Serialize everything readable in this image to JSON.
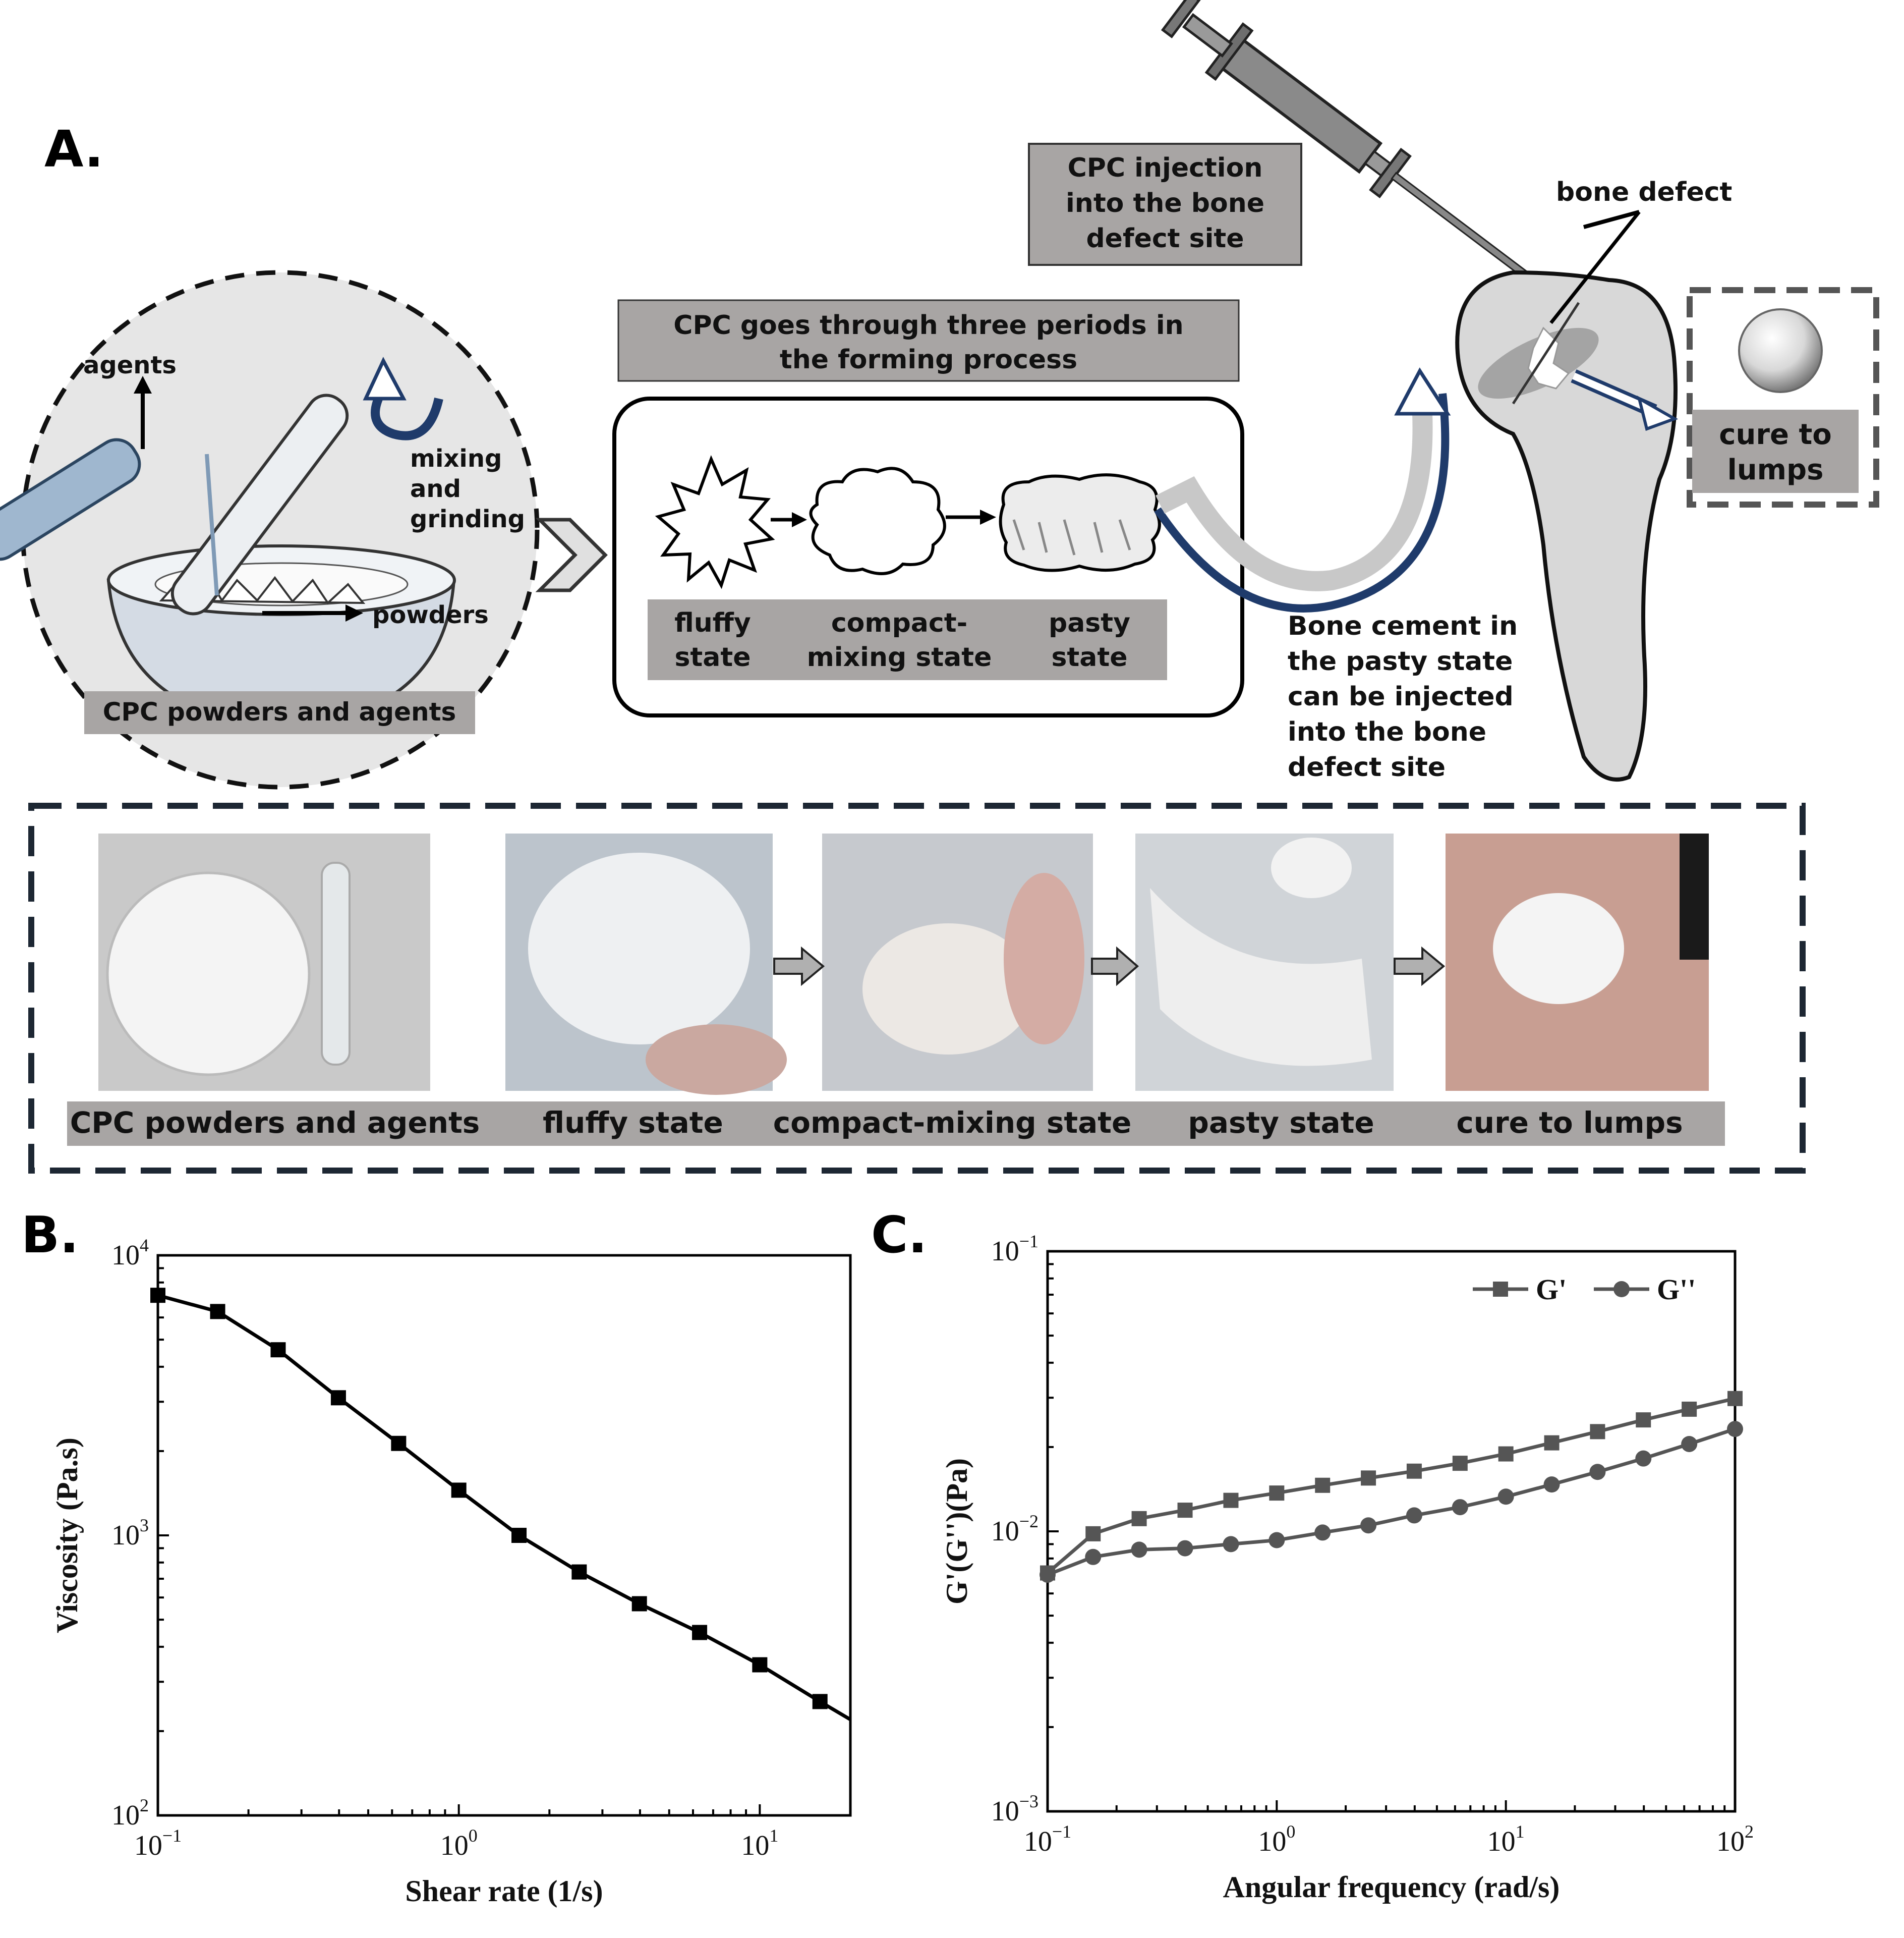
{
  "panels": {
    "a": "A.",
    "b": "B.",
    "c": "C."
  },
  "schematic": {
    "mortar_caption": "CPC powders and agents",
    "agents_label": "agents",
    "mixing_label": [
      "mixing",
      "and",
      "grinding"
    ],
    "powders_label": "powders",
    "periods_title": [
      "CPC goes through three periods in",
      "the forming process"
    ],
    "states": [
      {
        "line1": "fluffy",
        "line2": "state"
      },
      {
        "line1": "compact-",
        "line2": "mixing state"
      },
      {
        "line1": "pasty",
        "line2": "state"
      }
    ],
    "injection_box": [
      "CPC injection",
      "into the bone",
      "defect site"
    ],
    "bone_defect_label": "bone defect",
    "cure_box": [
      "cure to",
      "lumps"
    ],
    "pasty_note": [
      "Bone cement in",
      "the pasty state",
      "can be injected",
      "into the bone",
      "defect site"
    ]
  },
  "photo_strip": {
    "captions": [
      "CPC powders and agents",
      "fluffy state",
      "compact-mixing state",
      "pasty state",
      "cure to lumps"
    ]
  },
  "colors": {
    "caption_gray": "#a8a5a4",
    "circle_fill": "#e6e6e6",
    "arrow_blue": "#1f3b6b",
    "series_b": "#000000",
    "series_c": "#555555",
    "dash_dark": "#1d2733"
  },
  "chart_data": [
    {
      "type": "line",
      "panel": "B.",
      "xlabel": "Shear rate (1/s)",
      "ylabel": "Viscosity (Pa.s)",
      "x_scale": "log",
      "y_scale": "log",
      "xlim": [
        0.1,
        20
      ],
      "ylim": [
        100,
        10000
      ],
      "x_ticks": [
        {
          "value": 0.1,
          "base": "10",
          "exp": "−1"
        },
        {
          "value": 1,
          "base": "10",
          "exp": "0"
        },
        {
          "value": 10,
          "base": "10",
          "exp": "1"
        }
      ],
      "y_ticks": [
        {
          "value": 100,
          "base": "10",
          "exp": "2"
        },
        {
          "value": 1000,
          "base": "10",
          "exp": "3"
        },
        {
          "value": 10000,
          "base": "10",
          "exp": "4"
        }
      ],
      "marker": "square",
      "series": [
        {
          "x": [
            0.1,
            0.158,
            0.251,
            0.398,
            0.631,
            1.0,
            1.585,
            2.512,
            3.981,
            6.31,
            10.0,
            15.85,
            20.0
          ],
          "y": [
            7200,
            6300,
            4600,
            3100,
            2130,
            1450,
            1000,
            740,
            570,
            450,
            345,
            255,
            220
          ],
          "marker_count": 12
        }
      ]
    },
    {
      "type": "line",
      "panel": "C.",
      "xlabel": "Angular frequency (rad/s)",
      "ylabel": "G'(G'')(Pa)",
      "x_scale": "log",
      "y_scale": "log",
      "xlim": [
        0.1,
        100
      ],
      "ylim": [
        0.001,
        0.1
      ],
      "x_ticks": [
        {
          "value": 0.1,
          "base": "10",
          "exp": "−1"
        },
        {
          "value": 1,
          "base": "10",
          "exp": "0"
        },
        {
          "value": 10,
          "base": "10",
          "exp": "1"
        },
        {
          "value": 100,
          "base": "10",
          "exp": "2"
        }
      ],
      "y_ticks": [
        {
          "value": 0.001,
          "base": "10",
          "exp": "−3"
        },
        {
          "value": 0.01,
          "base": "10",
          "exp": "−2"
        },
        {
          "value": 0.1,
          "base": "10",
          "exp": "−1"
        }
      ],
      "legend": "top-right",
      "series": [
        {
          "name": "G'",
          "marker": "square",
          "x": [
            0.1,
            0.158,
            0.251,
            0.398,
            0.631,
            1.0,
            1.585,
            2.512,
            3.981,
            6.31,
            10.0,
            15.85,
            25.12,
            39.81,
            63.1,
            100.0
          ],
          "y": [
            0.0071,
            0.0098,
            0.0111,
            0.0119,
            0.0129,
            0.0137,
            0.0146,
            0.0155,
            0.0164,
            0.0175,
            0.0189,
            0.0207,
            0.0227,
            0.025,
            0.0273,
            0.0298
          ]
        },
        {
          "name": "G''",
          "marker": "circle",
          "x": [
            0.1,
            0.158,
            0.251,
            0.398,
            0.631,
            1.0,
            1.585,
            2.512,
            3.981,
            6.31,
            10.0,
            15.85,
            25.12,
            39.81,
            63.1,
            100.0
          ],
          "y": [
            0.007,
            0.0081,
            0.0086,
            0.0087,
            0.009,
            0.0093,
            0.0099,
            0.0105,
            0.0114,
            0.0122,
            0.0133,
            0.0147,
            0.0163,
            0.0182,
            0.0205,
            0.0232
          ]
        }
      ]
    }
  ]
}
